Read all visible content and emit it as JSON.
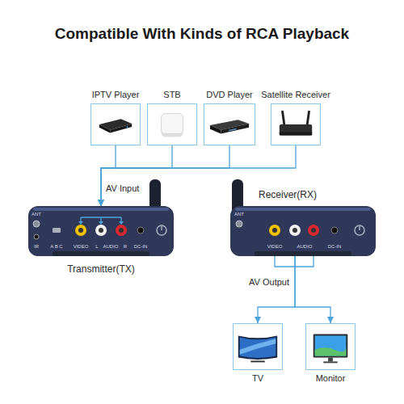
{
  "diagram": {
    "title": "Compatible With Kinds of RCA Playback",
    "nodes": [
      {
        "text": [
          "IPTV Player"
        ]
      },
      {
        "text": [
          "STB"
        ]
      },
      {
        "text": [
          "DVD Player"
        ]
      },
      {
        "text": [
          "Satellite Receiver"
        ]
      },
      {
        "text": [
          "Transmitter(TX)"
        ]
      },
      {
        "text": [
          "Receiver(RX)"
        ]
      },
      {
        "text": [
          "TV"
        ]
      },
      {
        "text": [
          "Monitor"
        ]
      }
    ],
    "edges": [
      {
        "from": 0,
        "to": 4,
        "arrow": "to"
      },
      {
        "from": 1,
        "to": 4,
        "arrow": "to"
      },
      {
        "from": 2,
        "to": 4,
        "arrow": "to"
      },
      {
        "from": 3,
        "to": 4,
        "arrow": "to"
      },
      {
        "from": 5,
        "to": 6,
        "arrow": "to"
      },
      {
        "from": 5,
        "to": 7,
        "arrow": "to"
      }
    ],
    "labels": [
      "AV Input",
      "ANT",
      "IR",
      "A B C",
      "VIDEO",
      "L",
      "AUDIO",
      "R",
      "DC-IN",
      "ANT",
      "VIDEO",
      "AUDIO",
      "DC-IN",
      "AV Output"
    ]
  }
}
